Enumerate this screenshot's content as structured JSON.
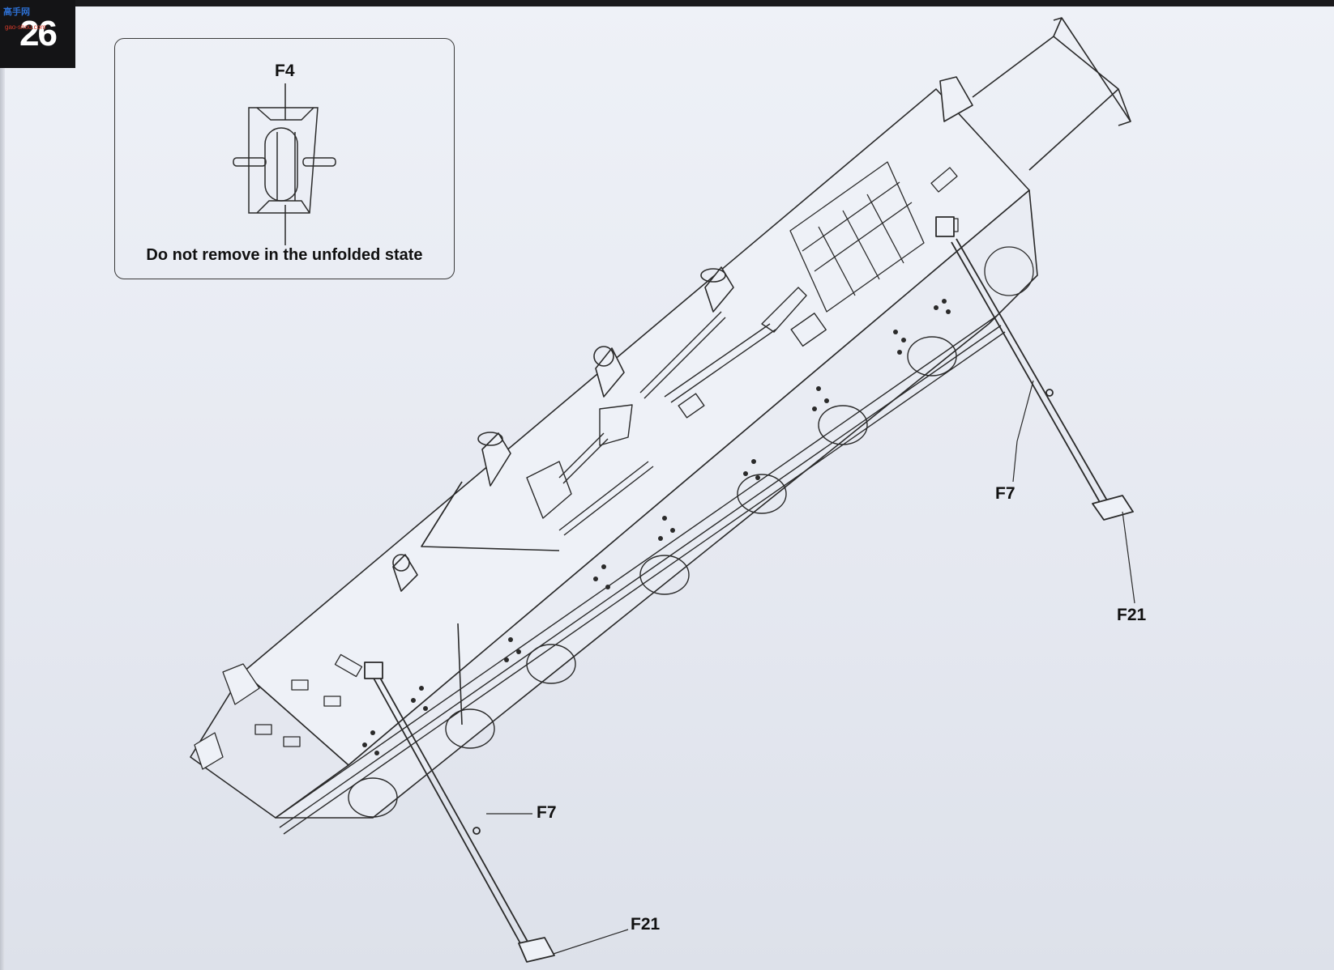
{
  "page": {
    "step_number": "26",
    "watermark": "高手网",
    "watermark_url": "gao-shou.com"
  },
  "inset": {
    "part_label": "F4",
    "note": "Do not remove in the unfolded state"
  },
  "callouts": {
    "right_rod": "F7",
    "right_foot": "F21",
    "left_rod": "F7",
    "left_foot": "F21"
  }
}
